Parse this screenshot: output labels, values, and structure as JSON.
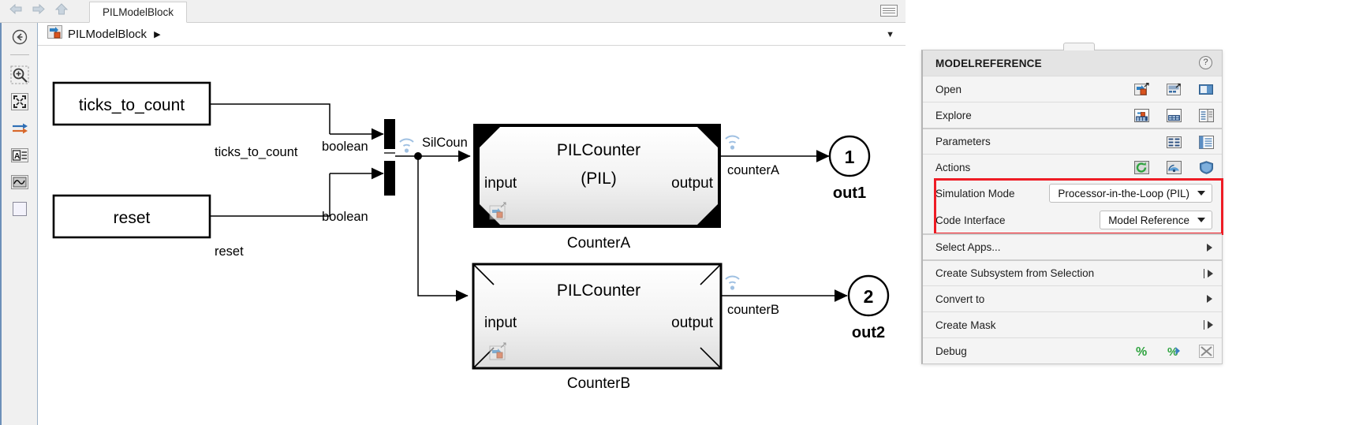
{
  "window": {
    "tab_label": "PILModelBlock",
    "breadcrumb_label": "PILModelBlock",
    "breadcrumb_caret": "▶",
    "breadcrumb_dropdown": "▼"
  },
  "nav": {
    "back_icon": "back-arrow-icon",
    "forward_icon": "forward-arrow-icon",
    "up_icon": "up-arrow-icon",
    "panel_toggle_icon": "panel-toggle-icon"
  },
  "left_toolbar": {
    "items": [
      {
        "name": "navigate-back-icon"
      },
      {
        "name": "zoom-in-icon"
      },
      {
        "name": "fit-to-view-icon"
      },
      {
        "name": "signal-routing-icon"
      },
      {
        "name": "annotation-icon"
      },
      {
        "name": "scope-icon"
      },
      {
        "name": "area-icon"
      }
    ]
  },
  "diagram": {
    "constant_blocks": [
      {
        "label": "ticks_to_count"
      },
      {
        "label": "reset"
      }
    ],
    "signal_labels": {
      "ticks_to_count": "ticks_to_count",
      "reset": "reset",
      "boolean_top": "boolean",
      "boolean_bottom": "boolean",
      "bus": "SilCoun",
      "counterA": "counterA",
      "counterB": "counterB"
    },
    "subsystems": [
      {
        "title_line1": "PILCounter",
        "title_line2": "(PIL)",
        "in_port": "input",
        "out_port": "output",
        "name": "CounterA",
        "badge_icon": "model-reference-badge-icon"
      },
      {
        "title_line1": "PILCounter",
        "title_line2": "",
        "in_port": "input",
        "out_port": "output",
        "name": "CounterB",
        "badge_icon": "model-reference-badge-icon"
      }
    ],
    "outports": [
      {
        "number": "1",
        "label": "out1"
      },
      {
        "number": "2",
        "label": "out2"
      }
    ]
  },
  "context_menu": {
    "title": "MODELREFERENCE",
    "help_glyph": "?",
    "rows": [
      {
        "label": "Open",
        "icons": [
          "open-model-icon",
          "open-as-top-model-icon",
          "open-in-new-window-icon"
        ],
        "arrow": "none"
      },
      {
        "label": "Explore",
        "icons": [
          "model-explorer-icon",
          "model-data-editor-icon",
          "model-dependency-icon"
        ],
        "arrow": "none"
      },
      {
        "label": "Parameters",
        "icons": [
          "block-parameters-icon",
          "model-properties-icon"
        ],
        "arrow": "none"
      },
      {
        "label": "Actions",
        "icons": [
          "refresh-icon",
          "update-diagram-icon",
          "model-advisor-icon"
        ],
        "arrow": "none"
      }
    ],
    "highlighted_fields": [
      {
        "label": "Simulation Mode",
        "value": "Processor-in-the-Loop (PIL)"
      },
      {
        "label": "Code Interface",
        "value": "Model Reference"
      }
    ],
    "bottom_rows": [
      {
        "label": "Select Apps...",
        "arrow": "triangle"
      },
      {
        "label": "Create Subsystem from Selection",
        "arrow": "pipe-triangle"
      },
      {
        "label": "Convert to",
        "arrow": "triangle"
      },
      {
        "label": "Create Mask",
        "arrow": "pipe-triangle"
      },
      {
        "label": "Debug",
        "arrow": "none",
        "icons": [
          "percent-icon",
          "step-icon",
          "breakpoint-icon"
        ]
      }
    ],
    "highlight_color": "#ee1c25"
  }
}
